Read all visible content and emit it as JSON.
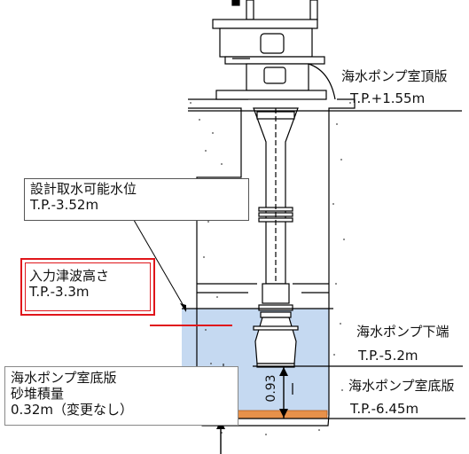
{
  "labels": {
    "roof_slab_name": "海水ポンプ室頂版",
    "roof_slab_level": "T.P.+1.55m",
    "intake_level_name": "設計取水可能水位",
    "intake_level_value": "T.P.-3.52m",
    "tsunami_name": "入力津波高さ",
    "tsunami_value": "T.P.-3.3m",
    "pump_bottom_name": "海水ポンプ下端",
    "pump_bottom_level": "T.P.-5.2m",
    "floor_slab_name": "海水ポンプ室底版",
    "floor_slab_level": "T.P.-6.45m",
    "sediment_line1": "海水ポンプ室底版",
    "sediment_line2": "砂堆積量",
    "sediment_line3": "0.32m（変更なし）",
    "clearance_value": "0.93"
  },
  "colors": {
    "water": "#c5d9f1",
    "sediment": "#e8914a",
    "highlight_red": "#e0161b",
    "line": "#000000"
  }
}
